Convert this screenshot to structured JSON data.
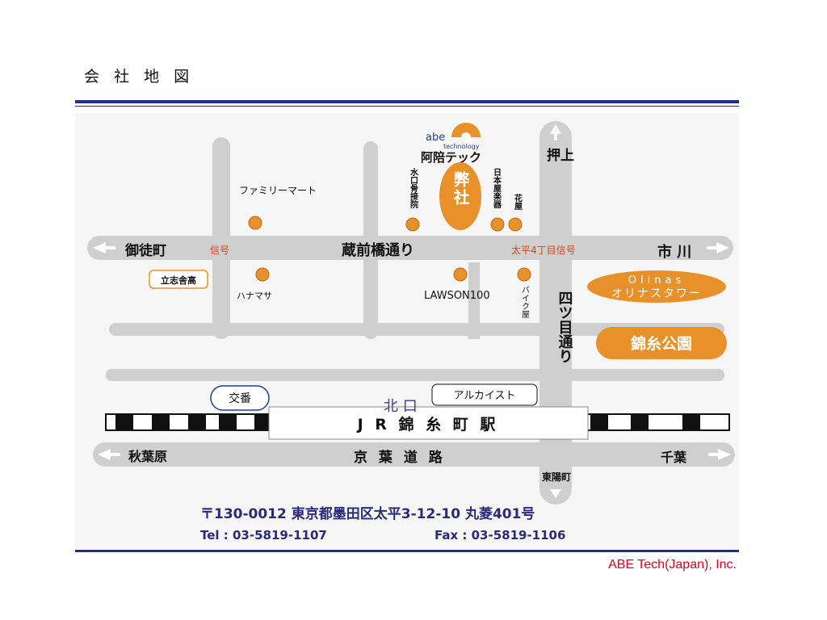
{
  "page": {
    "title": "会 社 地 図",
    "company": "ABE Tech(Japan), Inc."
  },
  "colors": {
    "accent_orange": "#e8902a",
    "rule_blue": "#1f2f8f",
    "road_gray": "#cfcfcf",
    "label_red": "#d9421b"
  },
  "map": {
    "logo": {
      "brand": "abe",
      "sub": "technology",
      "name": "阿陪テック"
    },
    "office": "弊社",
    "roads": {
      "main": "蔵前橋通り",
      "west": "御徒町",
      "east": "市 川",
      "north": "押上",
      "ave": "四ツ目通り",
      "keiyo": "京 葉 道 路",
      "sw": "秋葉原",
      "se": "千葉",
      "south": "東陽町"
    },
    "signals": {
      "left": "信号",
      "right": "太平4丁目信号"
    },
    "places": {
      "family_mart": "ファミリーマート",
      "clinic": "水口骨接院",
      "musical": "日本屋楽器",
      "flower": "花屋",
      "school": "立志舎高",
      "hanamasa": "ハナマサ",
      "lawson": "LAWSON100",
      "bike": "バイク屋",
      "olinas_en": "Olinas",
      "olinas_ja": "オリナスタワー",
      "park": "錦糸公園",
      "koban": "交番",
      "alcaist": "アルカイスト",
      "north_exit": "北 口",
      "station": "J R 錦 糸 町 駅"
    },
    "address": "〒130-0012 東京都墨田区太平3-12-10 丸菱401号",
    "tel": "Tel : 03-5819-1107",
    "fax": "Fax : 03-5819-1106"
  }
}
